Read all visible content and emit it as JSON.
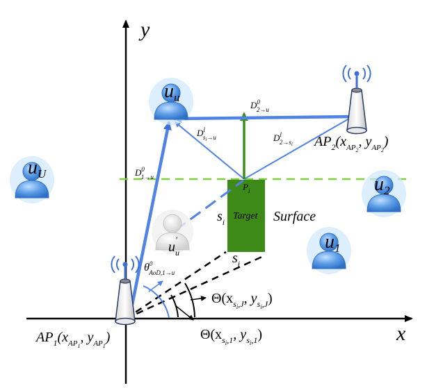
{
  "axes": {
    "x_label": "x",
    "y_label": "y"
  },
  "colors": {
    "blue_link": "#4f83e6",
    "dark_blue": "#3d6fd6",
    "green_line": "#7dd13a",
    "target_fill": "#3e8a19",
    "arrow_green": "#3a8f18",
    "user_blue": "#5b9be6",
    "user_ghost": "#d8d8d8"
  },
  "labels": {
    "u_u": "u",
    "u_u_sub": "u",
    "u_U": "u",
    "u_U_sub": "U",
    "u_1": "u",
    "u_1_sub": "1",
    "u_2": "u",
    "u_2_sub": "2",
    "u_ghost": "u",
    "u_ghost_sub": "u",
    "u_ghost_sup": "'",
    "target": "Target",
    "surface": "Surface",
    "s_i_left": "s",
    "s_i_left_sub": "i",
    "s_i_bottom": "s",
    "s_i_bottom_sub": "i",
    "P": "P",
    "P_sub": "i",
    "D_2u": "D",
    "D_2u_sup": "0",
    "D_2u_sub": "2→u",
    "D_1u": "D",
    "D_1u_sup": "0",
    "D_1u_sub": "1→u",
    "D_su": "D",
    "D_su_sup": "l",
    "D_su_sub": "s",
    "D_su_subsub": "i",
    "D_su_tail": "→u",
    "D_2s": "D",
    "D_2s_sup": "l",
    "D_2s_sub": "2→s",
    "D_2s_subsub": "i",
    "theta": "θ",
    "theta_sup": "0",
    "theta_sub": "AoD,1→u",
    "Theta_J": "Θ(x",
    "Theta_J_s": "s",
    "Theta_J_i": "i",
    "Theta_J_J": ",J",
    "Theta_J_mid": ", y",
    "Theta_J_end": ")",
    "Theta_1": "Θ(x",
    "Theta_1_s": "s",
    "Theta_1_i": "i",
    "Theta_1_one": ",1",
    "Theta_1_mid": ", y",
    "Theta_1_end": ")",
    "AP1": "AP",
    "AP1_sub": "1",
    "AP1_open": "(x",
    "AP1_xsub": "AP",
    "AP1_xsubsub": "1",
    "AP1_mid": ", y",
    "AP1_ysub": "AP",
    "AP1_ysubsub": "1",
    "AP1_close": ")",
    "AP2": "AP",
    "AP2_sub": "2",
    "AP2_open": "(x",
    "AP2_xsub": "AP",
    "AP2_xsubsub": "2",
    "AP2_mid": ", y",
    "AP2_ysub": "AP",
    "AP2_ysubsub": "2",
    "AP2_close": ")"
  }
}
